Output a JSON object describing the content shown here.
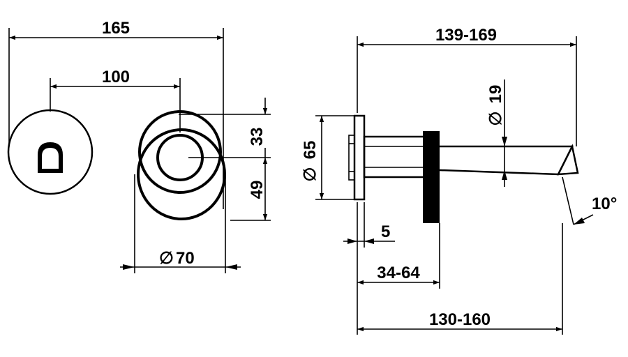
{
  "labels": {
    "width_165": "165",
    "width_100": "100",
    "height_33": "33",
    "height_49": "49",
    "dia_70": "70",
    "dia_70_symbol": "∅",
    "length_139_169": "139-169",
    "dia_19": "19",
    "dia_19_symbol": "∅",
    "dia_65": "65",
    "dia_65_symbol": "∅",
    "offset_5": "5",
    "range_34_64": "34-64",
    "range_130_160": "130-160",
    "angle_10": "10°"
  }
}
